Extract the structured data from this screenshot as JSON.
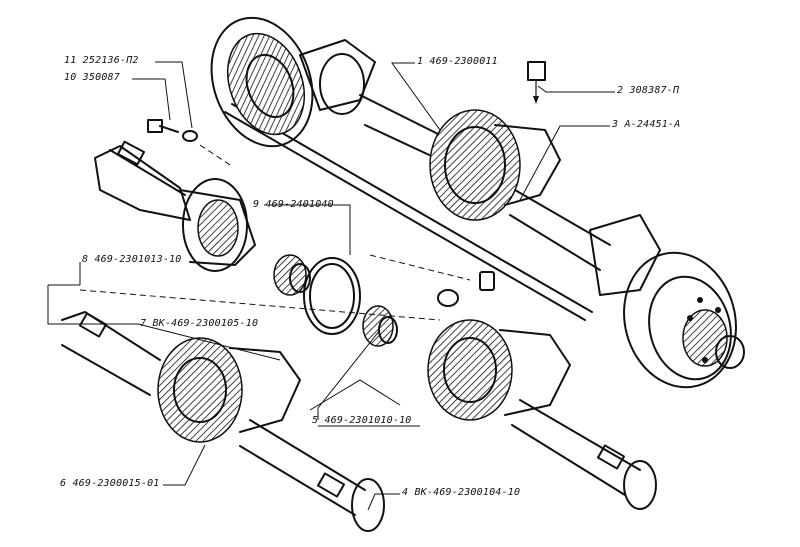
{
  "callouts": [
    {
      "id": "c11",
      "label": "11  252136-П2"
    },
    {
      "id": "c10",
      "label": "10  350087"
    },
    {
      "id": "c1",
      "label": "1  469-2300011"
    },
    {
      "id": "c2",
      "label": "2  308387-П"
    },
    {
      "id": "c3",
      "label": "3  А-24451-А"
    },
    {
      "id": "c9",
      "label": "9  469-2401040"
    },
    {
      "id": "c8",
      "label": "8  469-2301013-10"
    },
    {
      "id": "c7",
      "label": "7  ВК-469-2300105-10"
    },
    {
      "id": "c5",
      "label": "5  469-2301010-10"
    },
    {
      "id": "c6",
      "label": "6  469-2300015-01"
    },
    {
      "id": "c4",
      "label": "4  ВК-469-2300104-10"
    }
  ]
}
